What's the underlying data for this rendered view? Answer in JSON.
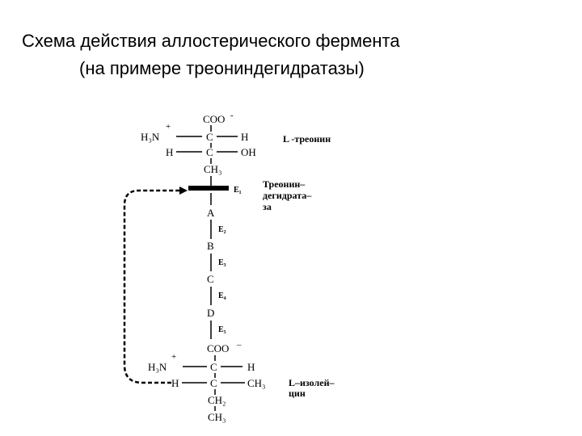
{
  "title": {
    "line1": "Схема действия аллостерического фермента",
    "line2": "(на примере треониндегидратазы)"
  },
  "threonine": {
    "coo": "COO",
    "charge_minus": "-",
    "h3n": "H₃N",
    "charge_plus": "+",
    "c": "C",
    "h": "H",
    "h_left": "H",
    "oh": "OH",
    "ch3": "CH₃",
    "name": "L -треонин"
  },
  "enzymes": {
    "e1": "E₁",
    "e1_name_line1": "Треонин–",
    "e1_name_line2": "дегидрата–",
    "e1_name_line3": "за",
    "e2": "E₂",
    "e3": "E₃",
    "e4": "E₄",
    "e5": "E₅"
  },
  "intermediates": {
    "a": "A",
    "b": "B",
    "c": "C",
    "d": "D"
  },
  "isoleucine": {
    "coo": "COO",
    "charge_minus": "–",
    "h3n": "H₃N",
    "charge_plus": "+",
    "c": "C",
    "h": "H",
    "h_left": "H",
    "ch3": "CH₃",
    "ch2": "CH₂",
    "ch3_bottom": "CH₃",
    "name_line1": "L–изолей–",
    "name_line2": "цин"
  }
}
